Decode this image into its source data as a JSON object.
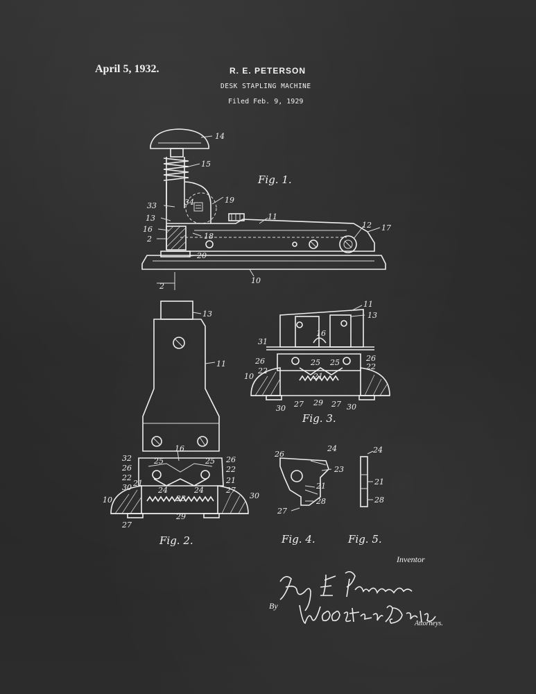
{
  "header": {
    "date": "April 5, 1932.",
    "inventor_name": "R. E. PETERSON",
    "title": "DESK STAPLING MACHINE",
    "filed": "Filed Feb. 9, 1929"
  },
  "figures": {
    "fig1": "Fig. 1.",
    "fig2": "Fig. 2.",
    "fig3": "Fig. 3.",
    "fig4": "Fig. 4.",
    "fig5": "Fig. 5."
  },
  "reference_numerals": [
    "10",
    "11",
    "12",
    "13",
    "14",
    "15",
    "16",
    "17",
    "18",
    "19",
    "20",
    "21",
    "22",
    "23",
    "24",
    "25",
    "26",
    "27",
    "28",
    "29",
    "30",
    "31",
    "32",
    "33",
    "34",
    "2"
  ],
  "signature_block": {
    "role_label": "Inventor",
    "signature": "Roy E. Peterson",
    "by_label": "By",
    "attorney_signature": "Wooster & Davis",
    "attorneys_label": "Attorneys."
  },
  "colors": {
    "background": "#2a2a2a",
    "ink": "#f2f2f2"
  }
}
